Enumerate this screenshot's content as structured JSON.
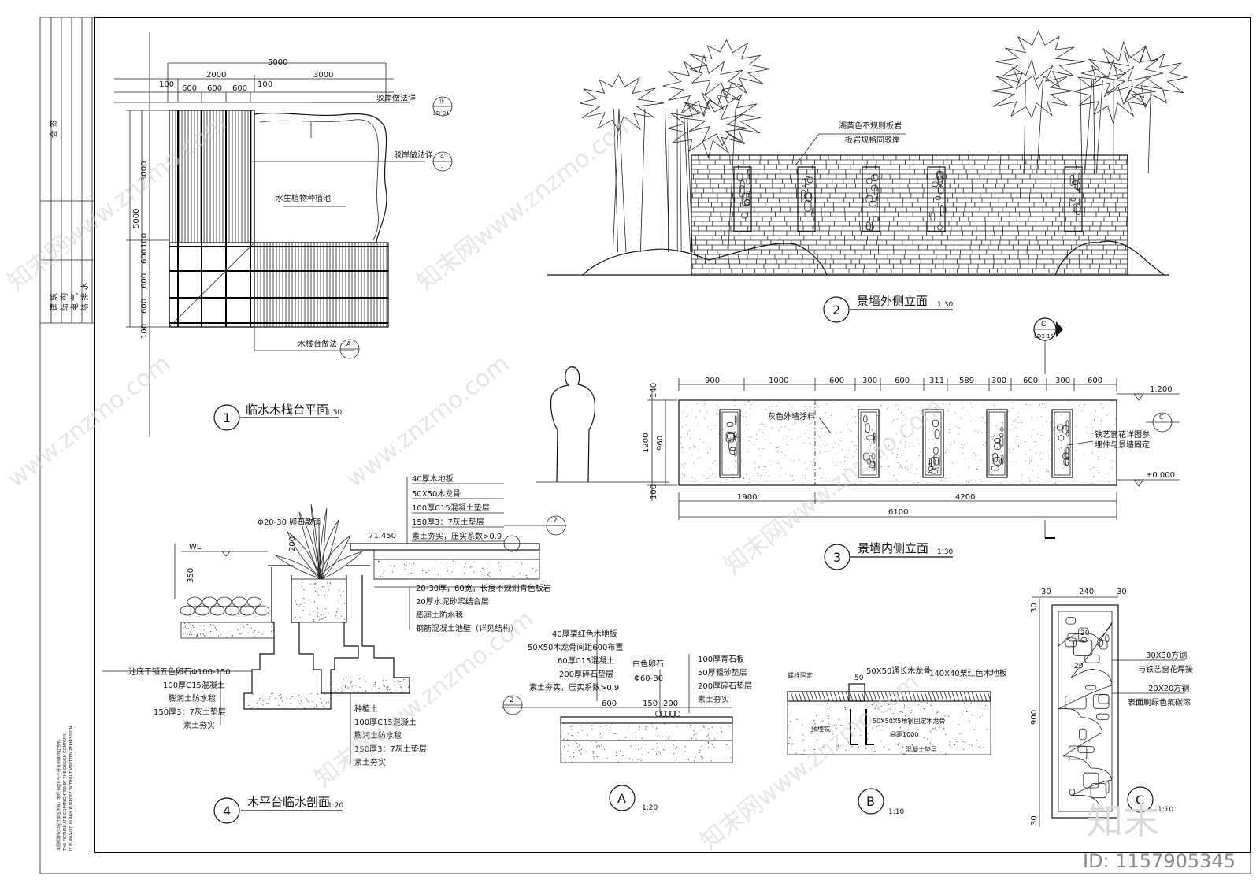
{
  "title_block": {
    "rows": [
      "建 筑",
      "结 构",
      "电 气",
      "给 排 水"
    ],
    "sign_label": "会 签",
    "vertical_note_lines": [
      "本图纸版权归设计单位所有，未经书面许可不得复制或转让他用。",
      "THE PICTURE ARE COPYRIGHTED BY THE DESIGN COMPANY.",
      "IT IS INVALID IN ANY PURPOSE WITHOUT WRITTEN PERMISSION."
    ]
  },
  "plan1": {
    "dims_top": [
      "5000",
      "2000",
      "3000",
      "100",
      "100",
      "600",
      "600",
      "600"
    ],
    "dims_left": [
      "5000",
      "3000",
      "100",
      "600",
      "600",
      "600",
      "100"
    ],
    "callouts": [
      "驳岸做法详",
      "驳岸做法详",
      "木栈台做法"
    ],
    "callout_refs": [
      "⑪",
      "LD-01",
      "4",
      "-",
      "A",
      "-"
    ],
    "pool_label": "水生植物种植池",
    "title_num": "1",
    "title": "临水木栈台平面",
    "scale": "1:50"
  },
  "elev2": {
    "label1": "湖黄色不规则板岩",
    "label2": "板岩规格同驳岸",
    "title_num": "2",
    "title": "景墙外侧立面",
    "scale": "1:30"
  },
  "elev3": {
    "section_mark": "C",
    "section_ref": "LD3-15",
    "dims_top": [
      "900",
      "1000",
      "600",
      "300",
      "600",
      "311",
      "589",
      "300",
      "600",
      "300",
      "600"
    ],
    "dims_bottom": [
      "1900",
      "4200",
      "6100"
    ],
    "dims_left": [
      "140",
      "1200",
      "960",
      "100"
    ],
    "levels": [
      "1.200",
      "±0.000"
    ],
    "label_paint": "灰色外墙涂料",
    "label_window1": "铁艺窗花详图参",
    "label_window2": "埋件与景墙固定",
    "callout_c": "C",
    "title_num": "3",
    "title": "景墙内侧立面",
    "scale": "1:30"
  },
  "sect4": {
    "top_notes": [
      "40厚木地板",
      "50X50木龙骨",
      "100厚C15混凝土垫层",
      "150厚3：7灰土垫层",
      "素土夯实，压实系数>0.9"
    ],
    "mid_notes": [
      "20-30厚，60宽，长度不规则青色板岩",
      "20厚水泥砂浆结合层",
      "膨润土防水毯",
      "钢筋混凝土池壁（详见结构）"
    ],
    "left_notes": [
      "池底干铺五色卵石Φ100-150",
      "100厚C15混凝土",
      "膨润土防水毯",
      "150厚3：7灰土垫层",
      "素土夯实"
    ],
    "bottom_notes": [
      "种植土",
      "100厚C15混凝土",
      "膨润土防水毯",
      "150厚3：7灰土垫层",
      "素土夯实"
    ],
    "pebble": "Φ20-30  卵石散铺",
    "level": "71.450",
    "wl": "WL",
    "dim_200": "200",
    "dim_350": "350",
    "callout": "2",
    "title_num": "4",
    "title": "木平台临水剖面",
    "scale": "1:20"
  },
  "detailA": {
    "left_notes": [
      "40厚栗红色木地板",
      "50X50木龙骨间距600布置",
      "60厚C15混凝土",
      "200厚碎石垫层",
      "素土夯实，压实系数>0.9"
    ],
    "mid_notes": [
      "白色卵石",
      "Φ60-80"
    ],
    "right_notes": [
      "100厚青石板",
      "50厚粗砂垫层",
      "200厚碎石垫层",
      "素土夯实"
    ],
    "dims": [
      "600",
      "150",
      "200"
    ],
    "callout": "2",
    "title": "A",
    "scale": "1:20"
  },
  "detailB": {
    "notes": [
      "螺栓固定",
      "50",
      "50X50通长木龙骨",
      "140X40栗红色木地板",
      "50X50X5角钢固定木龙骨",
      "间距1000",
      "预埋铁",
      "混凝土垫层"
    ],
    "title": "B",
    "scale": "1:10"
  },
  "detailC": {
    "dims_top": [
      "30",
      "240",
      "30"
    ],
    "dims_left": [
      "30",
      "900",
      "30"
    ],
    "inner": [
      "20",
      "20"
    ],
    "notes": [
      "30X30方钢",
      "与铁艺窗花焊接",
      "20X20方钢",
      "表面刷绿色氟碳漆"
    ],
    "title": "C",
    "scale": "1:10"
  },
  "watermarks": [
    "知末网www.znzmo.com",
    "www.znzmo.com"
  ],
  "logo": "知末",
  "id_text": "ID: 1157905345"
}
